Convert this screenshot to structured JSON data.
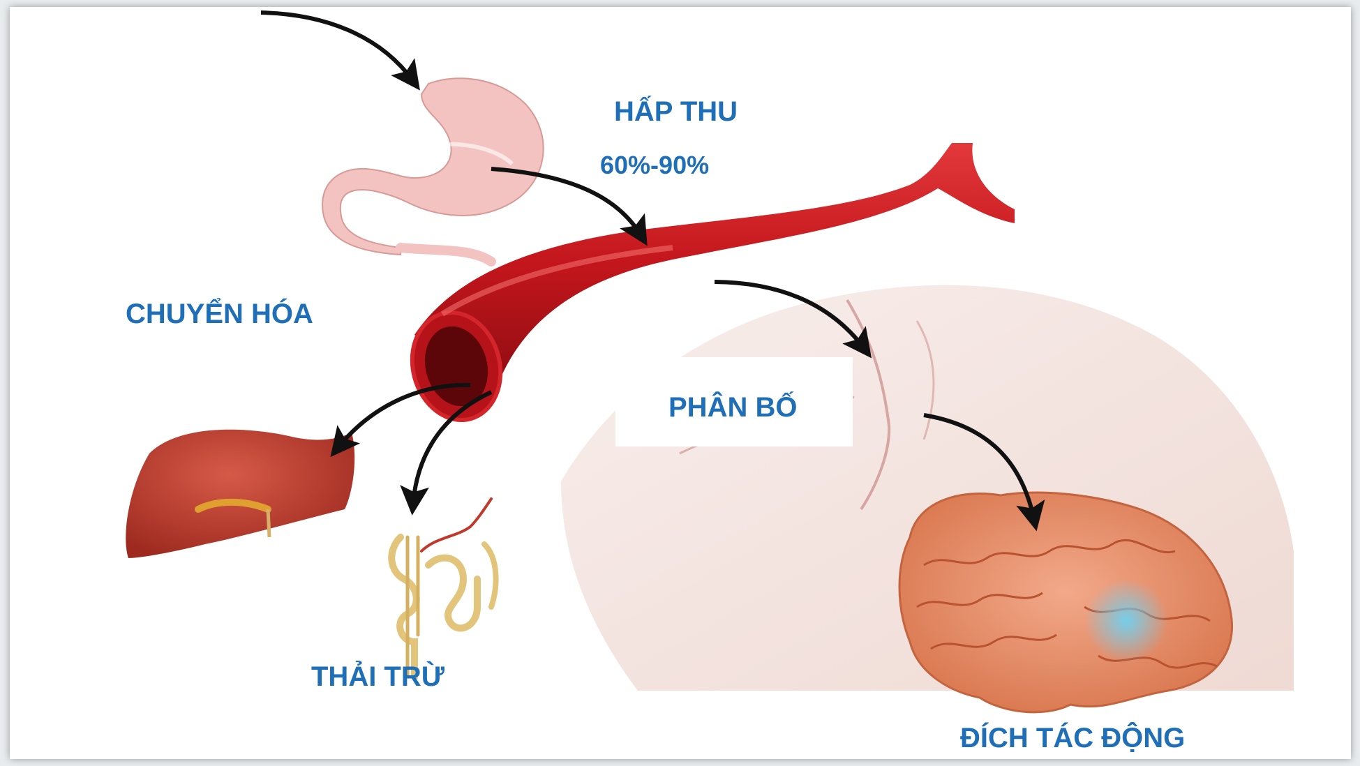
{
  "labels": {
    "absorption": "HẤP THU",
    "absorption_rate": "60%-90%",
    "metabolism": "CHUYỂN HÓA",
    "distribution": "PHÂN BỐ",
    "excretion": "THẢI TRỪ",
    "target": "ĐÍCH TÁC ĐỘNG"
  },
  "colors": {
    "label_text": "#1f6fb8",
    "vessel": "#c3161c",
    "stomach": "#f2c3c0",
    "liver": "#c0392b",
    "brain": "#e8936b",
    "target_glow": "#4fb8e0",
    "arrow": "#111111"
  },
  "icons": [
    "stomach-illustration",
    "blood-vessel-illustration",
    "liver-illustration",
    "nephron-illustration",
    "brain-illustration",
    "head-tissue-illustration"
  ]
}
